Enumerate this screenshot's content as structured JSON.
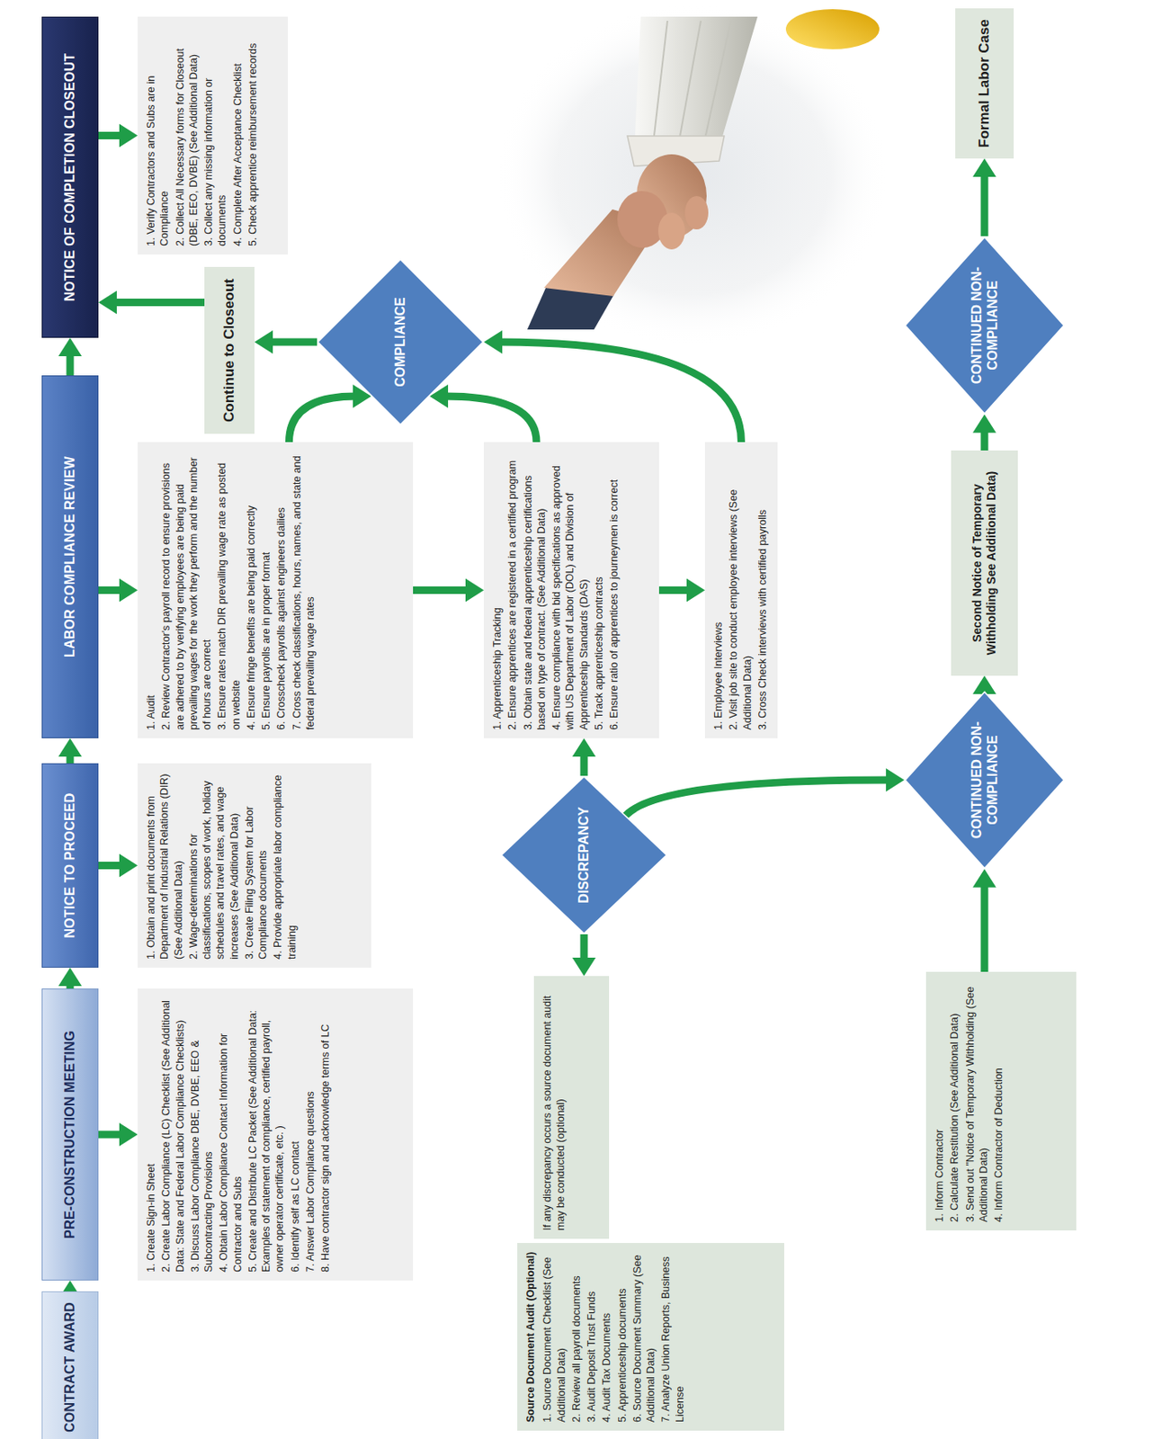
{
  "diagram": {
    "nodes": [
      {
        "text": [
          "CONTRACT AWARD"
        ]
      },
      {
        "text": [
          "PRE-CONSTRUCTION MEETING"
        ]
      },
      {
        "text": [
          "NOTICE TO PROCEED"
        ]
      },
      {
        "text": [
          "LABOR COMPLIANCE REVIEW"
        ]
      },
      {
        "text": [
          "NOTICE OF COMPLETION CLOSEOUT"
        ]
      },
      {
        "text": [
          "1. Create Sign-in Sheet",
          "2. Create Labor Compliance (LC) Checklist (See Additional Data: State and Federal Labor Compliance Checklists)",
          "3. Discuss Labor Compliance DBE, DVBE, EEO & Subcontracting Provisions",
          "4. Obtain Labor Compliance Contact Information for Contractor and Subs",
          "5. Create and Distribute LC Packet (See Additional Data: Examples of statement of compliance, certified payroll, owner operator certificate, etc. )",
          "6. Identify self as LC contact",
          "7. Answer Labor Compliance questions",
          "8. Have contractor sign and acknowledge terms of LC"
        ]
      },
      {
        "text": [
          "1. Obtain and print documents from Department of Industrial Relations (DIR) (See Additional Data)",
          "2. Wage-determinations for classifications, scopes of work, holiday schedules and travel rates, and wage increases (See Additional Data)",
          "3. Create Filing System for Labor Compliance documents",
          "4. Provide appropriate labor compliance training"
        ]
      },
      {
        "text": [
          "1. Audit",
          "2. Review Contractor's payroll record to ensure provisions are adhered to by verifying employees are being paid prevailing wages for the work they perform and the number of hours are correct",
          "3. Ensure rates match DIR prevailing wage rate as posted on website",
          "4. Ensure fringe benefits are being paid correctly",
          "5. Ensure payrolls are in proper format",
          "6. Crosscheck payrolls against engineers dailies",
          "7. Cross check classifications, hours, names, and state and federal prevailing wage rates"
        ]
      },
      {
        "text": [
          "Continue to Closeout"
        ]
      },
      {
        "text": [
          "COMPLIANCE"
        ]
      },
      {
        "text": [
          "1. Verify Contractors and Subs are in Compliance",
          "2. Collect All Necessary forms for Closeout (DBE, EEO, DVBE) (See Additional Data)",
          "3. Collect any missing information or documents",
          "4. Complete After Acceptance Checklist",
          "5. Check apprentice reimbursement records"
        ]
      },
      {
        "text": [
          "1. Apprenticeship Tracking",
          "2. Ensure apprentices are registered in a certified program",
          "3. Obtain state and federal apprenticeship certifications based on type of contract. (See Additional Data)",
          "4. Ensure compliance with bid specifications as approved with US Department of Labor (DOL) and Division of Apprenticeship Standards (DAS)",
          "5. Track apprenticeship contracts",
          "6. Ensure ratio of apprentices to journeymen is correct"
        ]
      },
      {
        "text": [
          "1. Employee Interviews",
          "2. Visit job site to conduct employee interviews (See Additional Data)",
          "3. Cross Check interviews with certified payrolls"
        ]
      },
      {
        "text": [
          "DISCREPANCY"
        ]
      },
      {
        "text": [
          "If any discrepancy occurs a source document audit may be conducted (optional)"
        ]
      },
      {
        "text": [
          "Source Document Audit (Optional)",
          "1. Source Document Checklist (See Additional Data)",
          "2. Review all payroll documents",
          "3. Audit Deposit Trust Funds",
          "4. Audit Tax Documents",
          "5. Apprenticeship documents",
          "6. Source Document Summary (See Additional Data)",
          "7. Analyze Union Reports, Business License"
        ]
      },
      {
        "text": [
          "1. Inform Contractor",
          "2. Calculate Restitution (See Additional Data)",
          "3. Send out \"Notice of Temporary Withholding (See Additional Data)",
          "4. Inform Contractor of Deduction"
        ]
      },
      {
        "text": [
          "CONTINUED NON-COMPLIANCE"
        ]
      },
      {
        "text": [
          "Second Notice of Temporary Withholding See Additional Data)"
        ]
      },
      {
        "text": [
          "CONTINUED NON-COMPLIANCE"
        ]
      },
      {
        "text": [
          "Formal Labor Case"
        ]
      }
    ],
    "edges": [
      {
        "from": 0,
        "to": 1,
        "arrow": "to"
      },
      {
        "from": 1,
        "to": 2,
        "arrow": "to"
      },
      {
        "from": 2,
        "to": 3,
        "arrow": "to"
      },
      {
        "from": 3,
        "to": 4,
        "arrow": "to"
      },
      {
        "from": 1,
        "to": 5,
        "arrow": "to"
      },
      {
        "from": 2,
        "to": 6,
        "arrow": "to"
      },
      {
        "from": 3,
        "to": 7,
        "arrow": "to"
      },
      {
        "from": 4,
        "to": 10,
        "arrow": "to"
      },
      {
        "from": 7,
        "to": 11,
        "arrow": "to"
      },
      {
        "from": 11,
        "to": 12,
        "arrow": "to"
      },
      {
        "from": 7,
        "to": 9,
        "arrow": "to"
      },
      {
        "from": 11,
        "to": 9,
        "arrow": "to"
      },
      {
        "from": 12,
        "to": 9,
        "arrow": "to"
      },
      {
        "from": 9,
        "to": 8,
        "arrow": "to"
      },
      {
        "from": 8,
        "to": 4,
        "arrow": "to"
      },
      {
        "from": 13,
        "to": 11,
        "arrow": "to"
      },
      {
        "from": 13,
        "to": 14,
        "arrow": "to"
      },
      {
        "from": 13,
        "to": 17,
        "arrow": "to"
      },
      {
        "from": 16,
        "to": 17,
        "arrow": "to"
      },
      {
        "from": 17,
        "to": 18,
        "arrow": "to"
      },
      {
        "from": 18,
        "to": 19,
        "arrow": "to"
      },
      {
        "from": 19,
        "to": 20,
        "arrow": "to"
      }
    ]
  }
}
